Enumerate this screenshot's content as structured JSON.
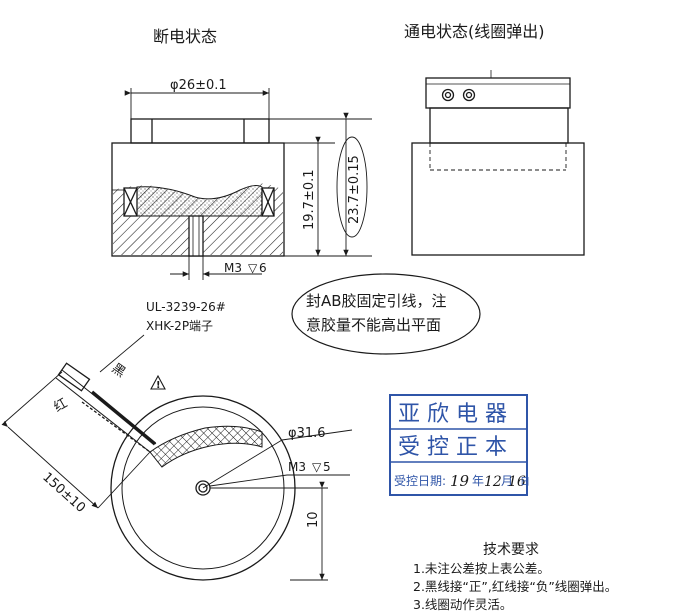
{
  "titles": {
    "off_state": "断电状态",
    "on_state": "通电状态(线圈弹出)"
  },
  "dimensions": {
    "diameter_top": "φ26±0.1",
    "height_body": "19.7±0.1",
    "height_total": "23.7±0.15",
    "thread_side": "M3",
    "thread_side_depth": "6",
    "diameter_outer": "φ31.6",
    "thread_top": "M3",
    "thread_top_depth": "5",
    "lead_length": "150±10",
    "offset": "10"
  },
  "labels": {
    "cable_model": "UL-3239-26#",
    "terminal": "XHK-2P端子",
    "wire_black": "黑",
    "wire_red": "红",
    "warning_symbol": "!"
  },
  "note": {
    "line1": "封AB胶固定引线，注",
    "line2": "意胶量不能高出平面"
  },
  "stamp": {
    "company": "亚欣电器",
    "status": "受控正本",
    "date_label": "受控日期:",
    "year": "19",
    "year_unit": "年",
    "month": "12",
    "month_unit": "月",
    "day": "16",
    "day_unit": "日"
  },
  "requirements": {
    "title": "技术要求",
    "items": [
      "1.未注公差按上表公差。",
      "2.黑线接“正”,红线接“负”线圈弹出。",
      "3.线圈动作灵活。"
    ]
  },
  "colors": {
    "ink": "#1a1a1a",
    "stamp_blue": "#2f55a8"
  }
}
